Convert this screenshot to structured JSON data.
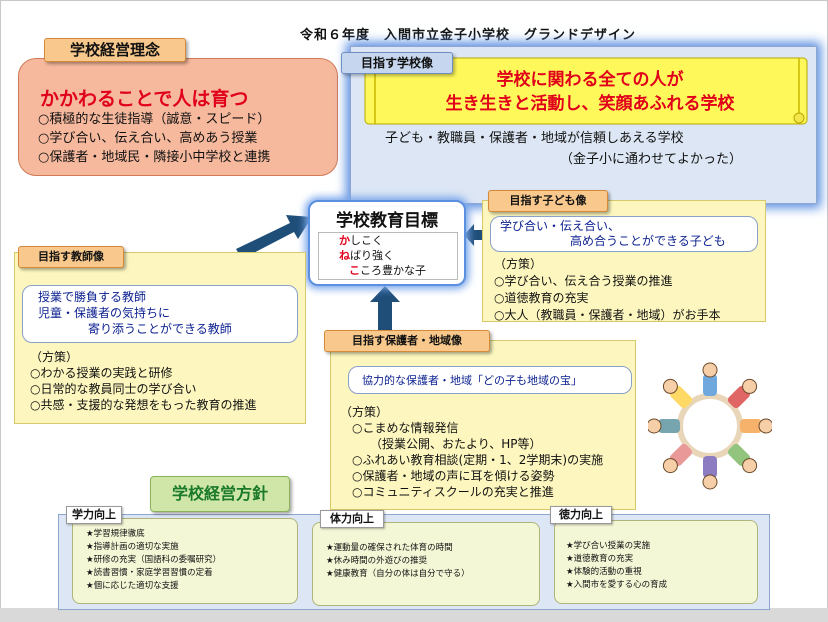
{
  "title": "令和６年度　入間市立金子小学校　グランドデザイン",
  "philosophy": {
    "heading": "学校経営理念",
    "main": "かかわることで人は育つ",
    "items": [
      "○積極的な生徒指導（誠意・スピード）",
      "○学び合い、伝え合い、高めあう授業",
      "○保護者・地域民・隣接小中学校と連携"
    ]
  },
  "school_image": {
    "heading": "目指す学校像",
    "line1": "学校に関わる全ての人が",
    "line2": "生き生きと活動し、笑顔あふれる学校",
    "sub1": "子ども・教職員・保護者・地域が信頼しあえる学校",
    "sub2": "（金子小に通わせてよかった）"
  },
  "education_goal": {
    "heading": "学校教育目標",
    "lines": [
      {
        "head": "か",
        "rest": "しこく"
      },
      {
        "head": "ね",
        "rest": "ばり強く"
      },
      {
        "head": "こ",
        "rest": "ころ豊かな子"
      }
    ]
  },
  "child_image": {
    "heading": "目指す子ども像",
    "pill1": "学び合い・伝え合い、",
    "pill2": "高め合うことができる子ども",
    "items": [
      "（方策）",
      "○学び合い、伝え合う授業の推進",
      "○道徳教育の充実",
      "○大人（教職員・保護者・地域）がお手本"
    ]
  },
  "teacher_image": {
    "heading": "目指す教師像",
    "pill1": "授業で勝負する教師",
    "pill2": "児童・保護者の気持ちに",
    "pill3": "寄り添うことができる教師",
    "items": [
      "（方策）",
      "○わかる授業の実践と研修",
      "○日常的な教員同士の学び合い",
      "○共感・支援的な発想をもった教育の推進"
    ]
  },
  "parent_image": {
    "heading": "目指す保護者・地域像",
    "pill": "協力的な保護者・地域「どの子も地域の宝」",
    "items": [
      "（方策）",
      "　○こまめな情報発信",
      "　　　（授業公開、おたより、HP等）",
      "　○ふれあい教育相談(定期・1、2学期末)の実施",
      "　○保護者・地域の声に耳を傾ける姿勢",
      "　○コミュニティスクールの充実と推進"
    ]
  },
  "policy": {
    "heading": "学校経営方針",
    "pillars": [
      {
        "label": "学力向上",
        "items": [
          "★学習規律徹底",
          "★指導計画の適切な実施",
          "★研修の充実（国語科の委嘱研究）",
          "★読書習慣・家庭学習習慣の定着",
          "★個に応じた適切な支援"
        ]
      },
      {
        "label": "体力向上",
        "items": [
          "★運動量の確保された体育の時間",
          "★休み時間の外遊びの推奨",
          "★健康教育（自分の体は自分で守る）"
        ]
      },
      {
        "label": "徳力向上",
        "items": [
          "★学び合い授業の実施",
          "★道徳教育の充実",
          "★体験的活動の重視",
          "★入間市を愛する心の育成"
        ]
      }
    ]
  },
  "colors": {
    "accent_red": "#e0001a",
    "arrow_blue": "#1f4e79",
    "glow_blue": "#5b8fe0"
  }
}
